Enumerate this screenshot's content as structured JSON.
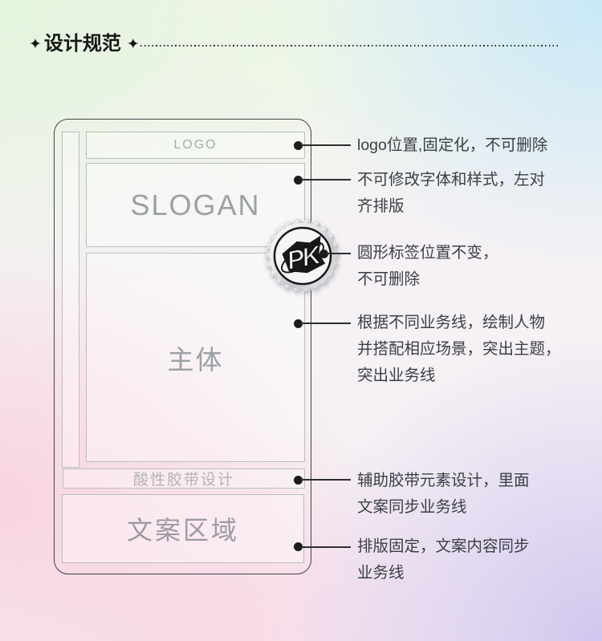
{
  "header": {
    "star": "✦",
    "title": "设计规范"
  },
  "wireframe": {
    "logo_label": "LOGO",
    "slogan_label": "SLOGAN",
    "main_label": "主体",
    "tape_label": "酸性胶带设计",
    "copy_label": "文案区域"
  },
  "badge": {
    "text": "PK"
  },
  "annotations": [
    {
      "lines": [
        "logo位置,固定化，不可删除"
      ]
    },
    {
      "lines": [
        "不可修改字体和样式，左对",
        "齐排版"
      ]
    },
    {
      "lines": [
        "圆形标签位置不变，",
        "不可删除"
      ]
    },
    {
      "lines": [
        "根据不同业务线，绘制人物",
        "并搭配相应场景，突出主题，",
        "突出业务线"
      ]
    },
    {
      "lines": [
        "辅助胶带元素设计，里面",
        "文案同步业务线"
      ]
    },
    {
      "lines": [
        "排版固定，文案内容同步",
        "业务线"
      ]
    }
  ],
  "colors": {
    "title_text": "#161616",
    "card_border": "#3f4448",
    "box_border": "#b9c0be",
    "annotation_text": "#3b4045",
    "dot": "#1c1c1c",
    "bg_top_left": "#e9f6e4",
    "bg_top_right": "#d2ecf6",
    "bg_bottom_left": "#f9dae4",
    "bg_bottom_right": "#d6cbec"
  }
}
